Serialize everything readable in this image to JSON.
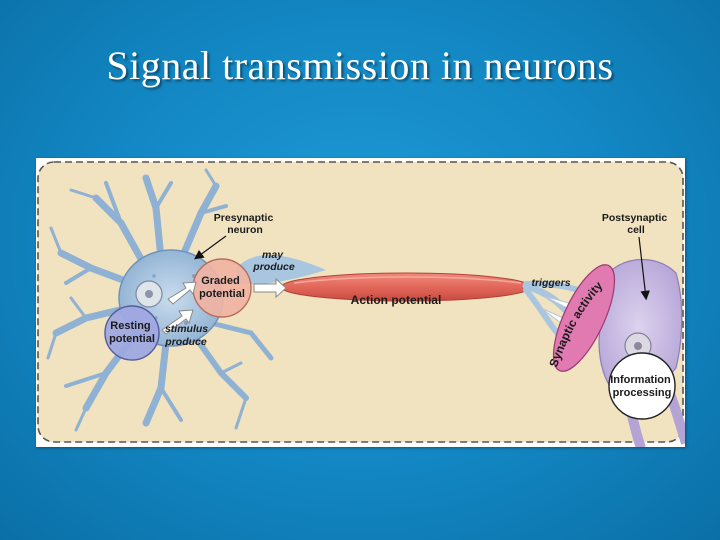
{
  "slide": {
    "title": "Signal transmission in neurons"
  },
  "diagram": {
    "presynaptic_neuron": [
      "Presynaptic",
      "neuron"
    ],
    "postsynaptic_cell": [
      "Postsynaptic",
      "cell"
    ],
    "may_produce": [
      "may",
      "produce"
    ],
    "graded_potential": [
      "Graded",
      "potential"
    ],
    "resting_potential": [
      "Resting",
      "potential"
    ],
    "stimulus_produce": [
      "stimulus",
      "produce"
    ],
    "action_potential": "Action potential",
    "triggers": "triggers",
    "synaptic_activity": "Synaptic activity",
    "information_processing": [
      "Information",
      "processing"
    ]
  },
  "colors": {
    "background": "#1286c2",
    "panel": "#f1e2c0",
    "neuron": "#a9c6e0",
    "axon": "#e2675a",
    "graded": "#f0b3a3",
    "resting": "#9fa8e0",
    "synaptic": "#e07ab0",
    "postsynaptic": "#c4b6e0"
  }
}
